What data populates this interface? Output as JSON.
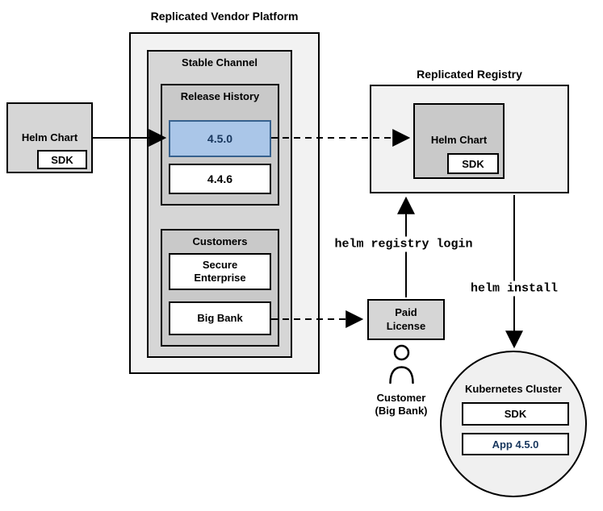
{
  "colors": {
    "highlight_fill": "#aac6e8",
    "highlight_stroke": "#36618e",
    "highlight_text": "#17365d",
    "box_light": "#f2f2f2",
    "box_mid": "#d6d6d6",
    "box_group": "#c9c9c9",
    "circle_fill": "#f0f0f0",
    "line": "#000000"
  },
  "platform": {
    "title": "Replicated Vendor Platform",
    "stable_channel_label": "Stable Channel",
    "release_history": {
      "label": "Release History",
      "versions": [
        {
          "label": "4.5.0"
        },
        {
          "label": "4.4.6"
        }
      ]
    },
    "customers": {
      "label": "Customers",
      "items": [
        {
          "label": "Secure\nEnterprise"
        },
        {
          "label": "Big Bank"
        }
      ]
    }
  },
  "vendor_helm_chart": {
    "label": "Helm Chart",
    "sdk_label": "SDK"
  },
  "registry": {
    "title": "Replicated Registry",
    "helm_chart": {
      "label": "Helm Chart",
      "sdk_label": "SDK"
    }
  },
  "paid_license": {
    "label": "Paid\nLicense"
  },
  "customer": {
    "label": "Customer\n(Big Bank)"
  },
  "edges": {
    "registry_login_label": "helm registry login",
    "install_label": "helm install"
  },
  "cluster": {
    "label": "Kubernetes Cluster",
    "sdk_label": "SDK",
    "app_label": "App 4.5.0"
  }
}
